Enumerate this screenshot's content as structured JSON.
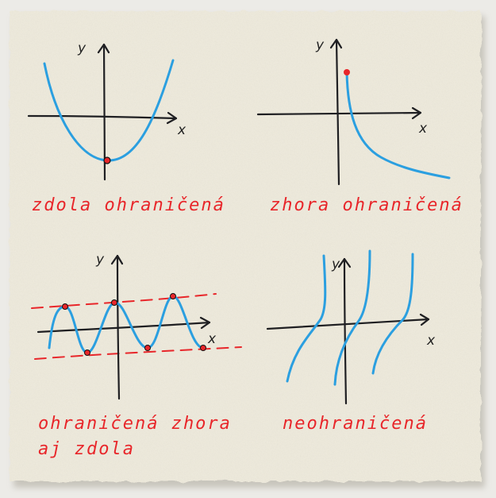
{
  "colors": {
    "paper": "#f0ecdf",
    "axis": "#1f1f22",
    "curve": "#2b9fe0",
    "marker": "#e8262a",
    "label": "#e8262a"
  },
  "axes": {
    "x_letter": "x",
    "y_letter": "y"
  },
  "panels": [
    {
      "id": "top-left",
      "label": "zdola ohraničená"
    },
    {
      "id": "top-right",
      "label": "zhora ohraničená"
    },
    {
      "id": "bottom-left",
      "label_line1": "ohraničená zhora",
      "label_line2": "aj zdola"
    },
    {
      "id": "bottom-right",
      "label": "neohraničená"
    }
  ]
}
